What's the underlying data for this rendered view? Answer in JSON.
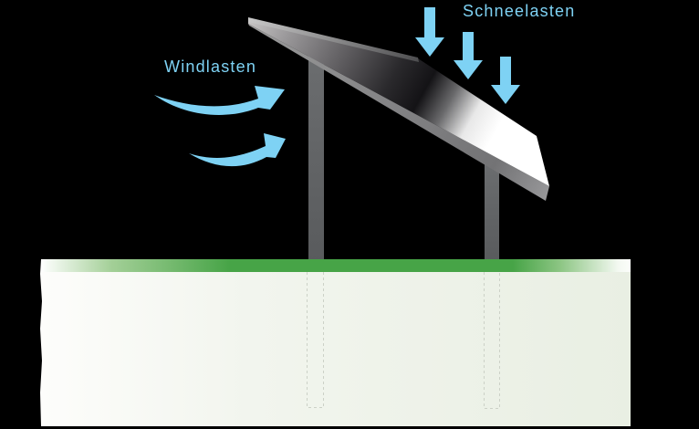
{
  "diagram": {
    "background_color": "#000000",
    "labels": {
      "wind_loads": "Windlasten",
      "snow_loads": "Schneelasten"
    },
    "colors": {
      "accent_blue": "#7ed2f4",
      "grass_green": "#47a447",
      "ground_tint": "#edf2e7",
      "post_gray": "#646668",
      "panel_dark": "#151417",
      "panel_white": "#ffffff",
      "underground_dash": "#ccd1c7"
    },
    "snow_arrows_count": 3,
    "wind_arrows_count": 2
  }
}
